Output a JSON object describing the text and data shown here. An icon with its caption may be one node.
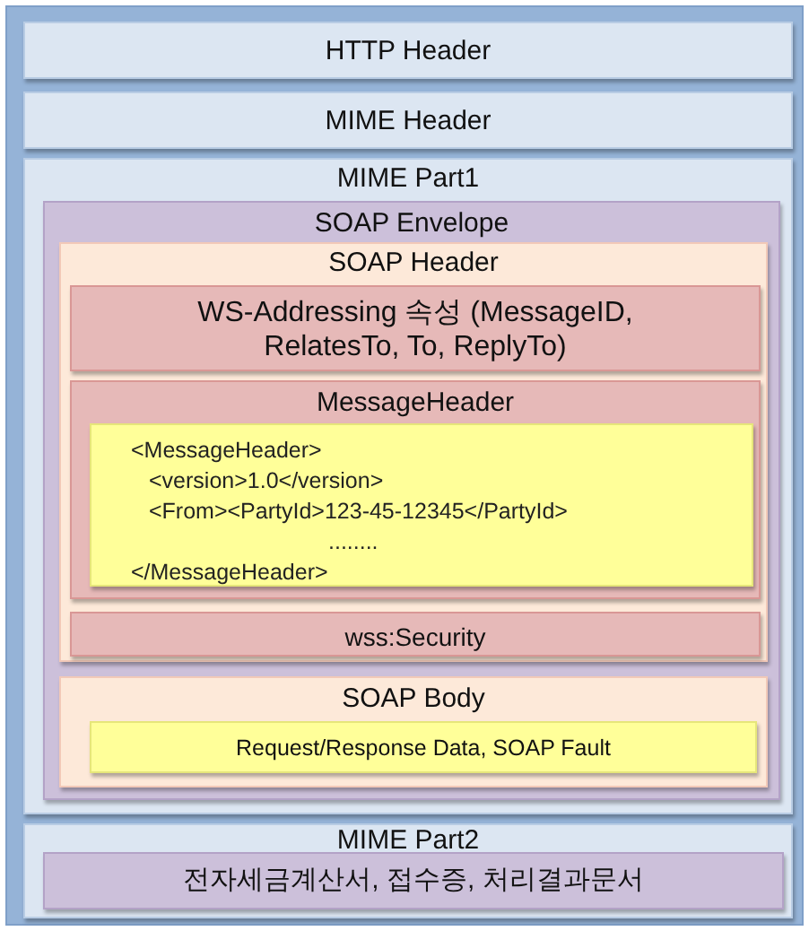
{
  "diagram": {
    "nodes": [
      {
        "text": [
          "HTTP Header"
        ]
      },
      {
        "text": [
          "MIME Header"
        ]
      },
      {
        "text": [
          "MIME Part1"
        ]
      },
      {
        "text": [
          "SOAP Envelope"
        ],
        "in": 2
      },
      {
        "text": [
          "SOAP Header"
        ],
        "in": 3
      },
      {
        "text": [
          "WS-Addressing 속성 (MessageID, RelatesTo, To, ReplyTo)"
        ],
        "in": 4
      },
      {
        "text": [
          "MessageHeader"
        ],
        "in": 4
      },
      {
        "text": [
          "<MessageHeader>",
          "<version>1.0</version>",
          "<From><PartyId>123-45-12345</PartyId>",
          "........",
          "</MessageHeader>"
        ],
        "in": 6
      },
      {
        "text": [
          "wss:Security"
        ],
        "in": 4
      },
      {
        "text": [
          "SOAP Body"
        ],
        "in": 3
      },
      {
        "text": [
          "Request/Response Data, SOAP Fault"
        ],
        "in": 9
      },
      {
        "text": [
          "MIME Part2"
        ]
      },
      {
        "text": [
          "전자세금계산서, 접수증, 처리결과문서"
        ],
        "in": 11
      }
    ],
    "edges": []
  }
}
